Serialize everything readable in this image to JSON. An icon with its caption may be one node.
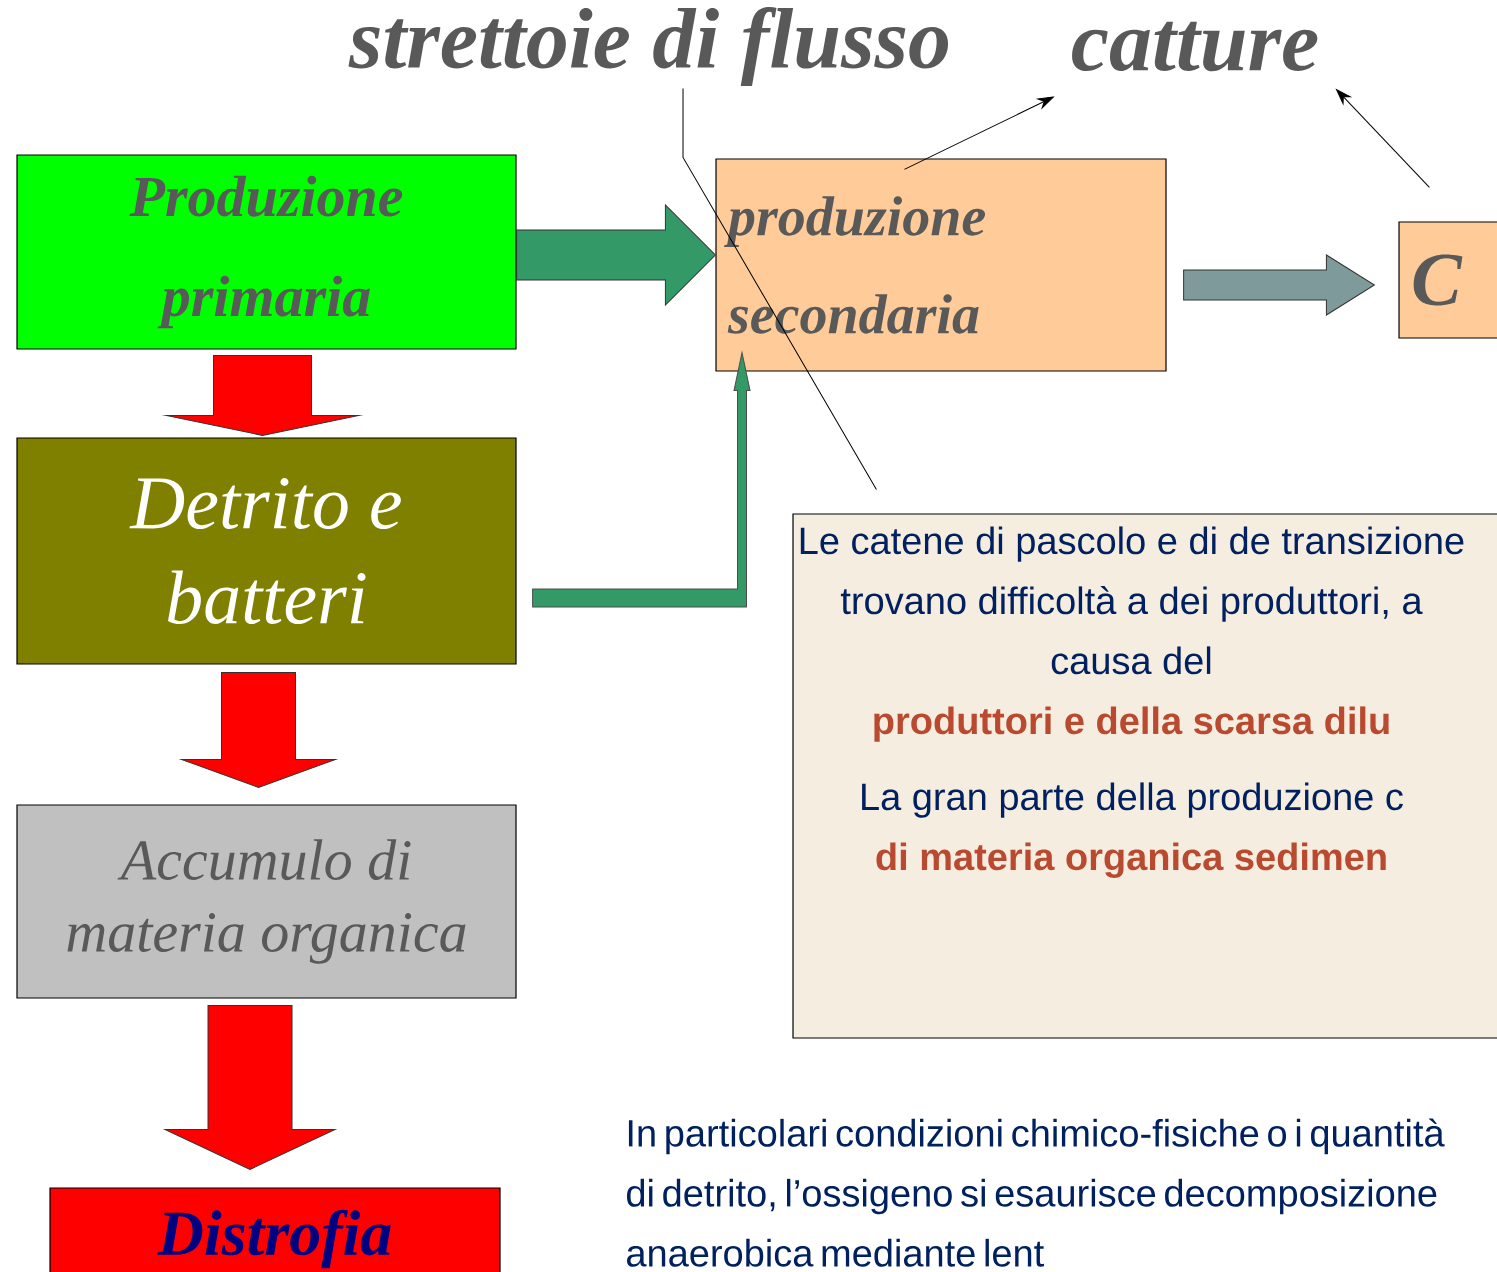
{
  "diagram": {
    "nodes": [
      {
        "text": [
          "strettoie di flusso"
        ]
      },
      {
        "text": [
          "catture"
        ]
      },
      {
        "text": [
          "Produzione primaria"
        ]
      },
      {
        "text": [
          "produzione secondaria"
        ]
      },
      {
        "text": [
          "C"
        ]
      },
      {
        "text": [
          "Detrito e batteri"
        ]
      },
      {
        "text": [
          "Accumulo di materia organica"
        ]
      },
      {
        "text": [
          "Distrofia"
        ]
      },
      {
        "text": [
          "Le catene di pascolo e di de transizione trovano difficoltà a dei produttori, a causa del",
          "produttori e della scarsa dilu",
          "La gran parte della produzione c",
          "di materia organica sedimen"
        ]
      }
    ],
    "edges": [
      {
        "from": 2,
        "to": 3,
        "arrow": "to",
        "style": "thick",
        "color": "#339966"
      },
      {
        "from": 3,
        "to": 4,
        "arrow": "to",
        "style": "thick",
        "color": "#7f9a9a"
      },
      {
        "from": 2,
        "to": 5,
        "arrow": "to",
        "style": "thick",
        "color": "#ff0000"
      },
      {
        "from": 5,
        "to": 6,
        "arrow": "to",
        "style": "thick",
        "color": "#ff0000"
      },
      {
        "from": 6,
        "to": 7,
        "arrow": "to",
        "style": "thick",
        "color": "#ff0000"
      },
      {
        "from": 5,
        "to": 3,
        "arrow": "to",
        "color": "#339966"
      },
      {
        "from": 0,
        "to": 8,
        "arrow": "none"
      },
      {
        "from": 3,
        "to": 1,
        "arrow": "to"
      },
      {
        "from": 4,
        "to": 1,
        "arrow": "to"
      }
    ],
    "labels": [
      "In particolari condizioni chimico-fisiche o i quantità di detrito, l’ossigeno si esaurisce decomposizione anaerobica mediante lent"
    ]
  }
}
